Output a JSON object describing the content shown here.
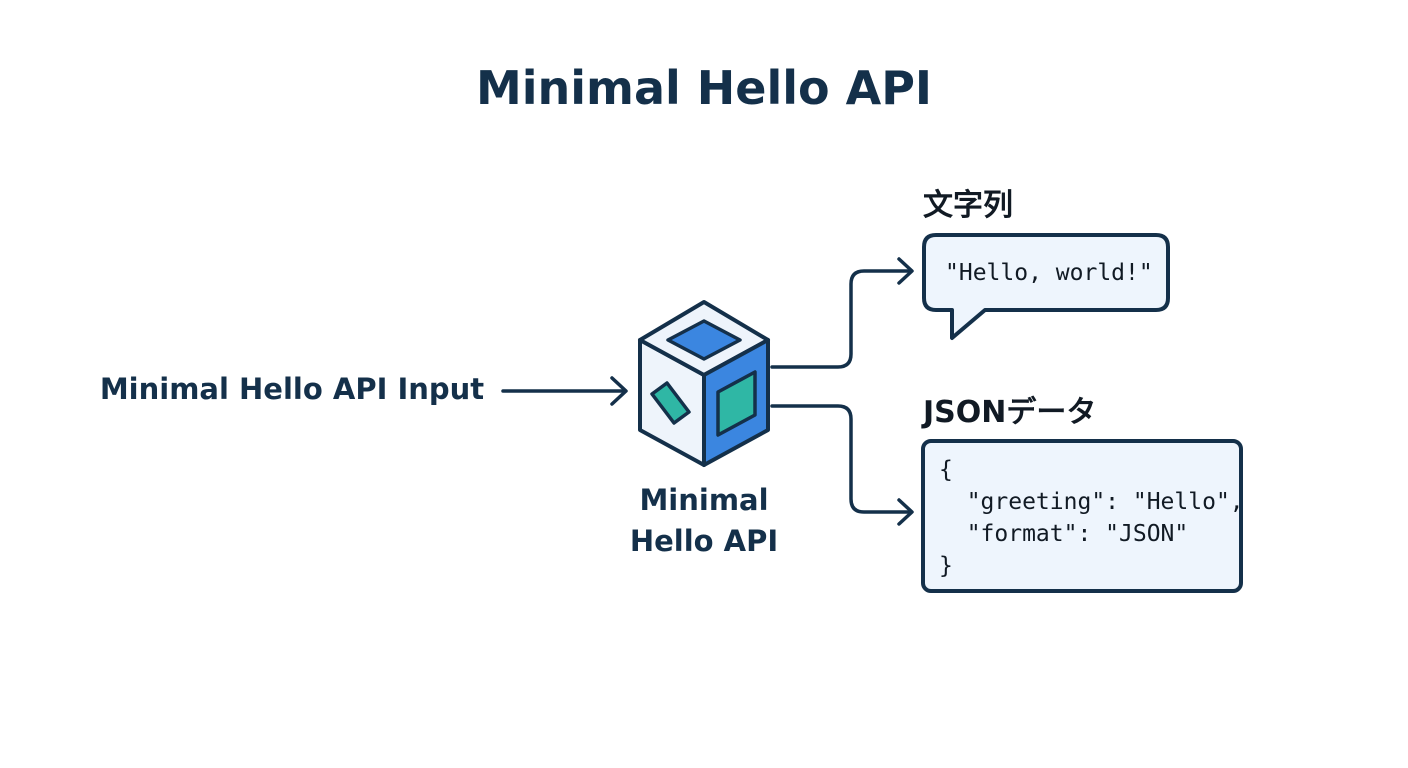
{
  "title": "Minimal Hello API",
  "input": {
    "label": "Minimal Hello API Input"
  },
  "node": {
    "label_lines": [
      "Minimal",
      "Hello API"
    ],
    "icon": "cube-icon"
  },
  "outputs": {
    "string": {
      "label": "文字列",
      "content": "\"Hello, world!\""
    },
    "json": {
      "label": "JSONデータ",
      "lines": [
        "{",
        "  \"greeting\": \"Hello\",",
        "  \"format\": \"JSON\"",
        "}"
      ]
    }
  },
  "colors": {
    "ink": "#14304a",
    "box_fill": "#eef5fd",
    "cube_blue": "#3b86e0",
    "cube_face": "#eef4fb",
    "cube_teal": "#2fb7a5"
  }
}
